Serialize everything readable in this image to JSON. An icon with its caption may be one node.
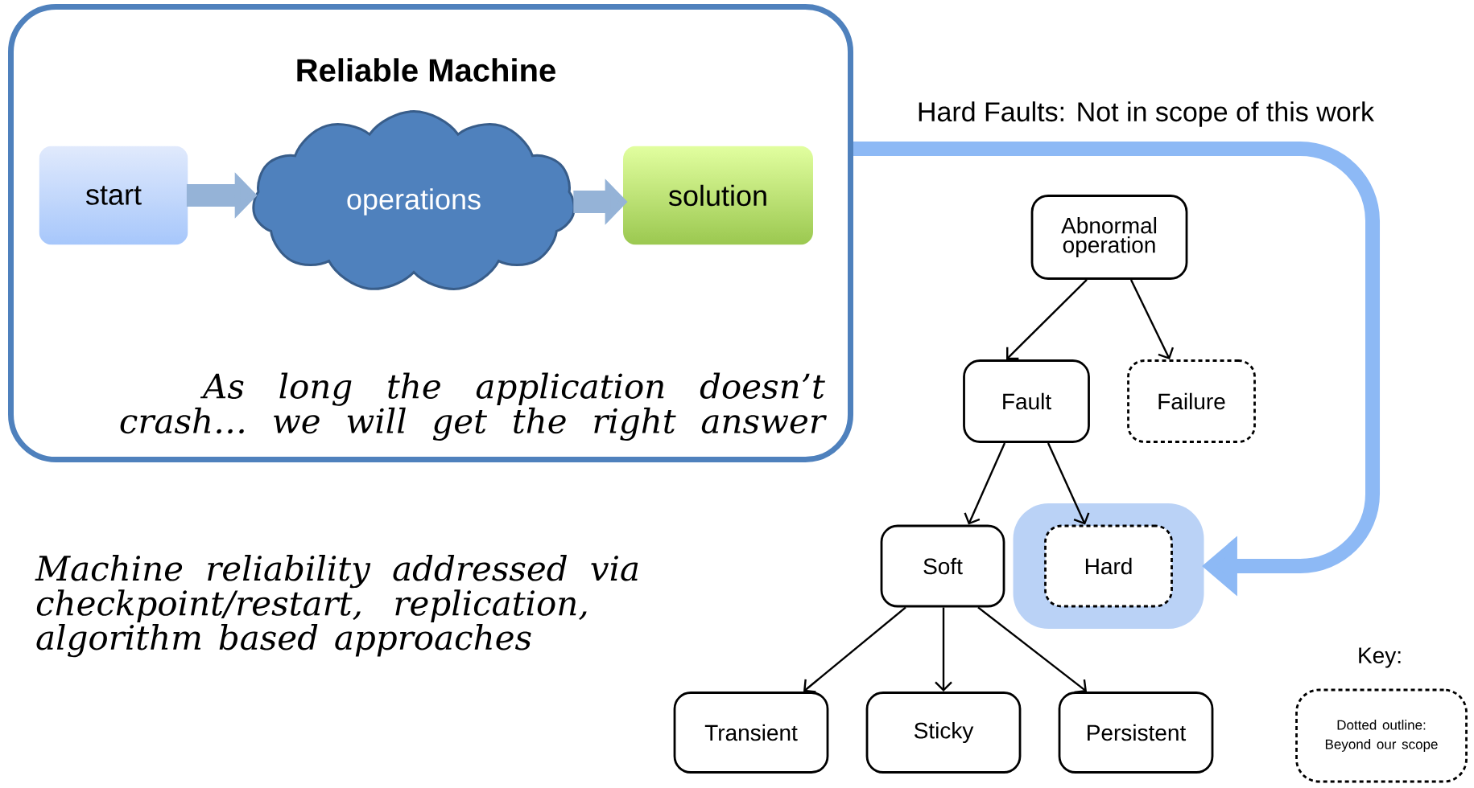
{
  "diagram": {
    "nodes": [
      {
        "text": [
          "Reliable Machine",
          "As long the application doesn’t crash… we will get the right answer"
        ]
      },
      {
        "text": [
          "start"
        ],
        "in": 0
      },
      {
        "text": [
          "operations"
        ],
        "in": 0
      },
      {
        "text": [
          "solution"
        ],
        "in": 0
      },
      {
        "text": [
          "Abnormal operation"
        ]
      },
      {
        "text": [
          "Fault"
        ]
      },
      {
        "text": [
          "Failure"
        ]
      },
      {
        "text": [
          "Soft"
        ]
      },
      {
        "text": [
          "Hard"
        ]
      },
      {
        "text": [
          "Transient"
        ]
      },
      {
        "text": [
          "Sticky"
        ]
      },
      {
        "text": [
          "Persistent"
        ]
      }
    ],
    "edges": [
      {
        "from": 1,
        "to": 2,
        "arrow": "to",
        "style": "thick",
        "color": "#95b3d7"
      },
      {
        "from": 2,
        "to": 3,
        "arrow": "to",
        "style": "thick",
        "color": "#95b3d7"
      },
      {
        "from": 0,
        "to": 8,
        "arrow": "to",
        "style": "thick",
        "color": "#8db9f5",
        "label": "Hard Faults: Not in scope of this work"
      },
      {
        "from": 4,
        "to": 5,
        "arrow": "to"
      },
      {
        "from": 4,
        "to": 6,
        "arrow": "to"
      },
      {
        "from": 5,
        "to": 7,
        "arrow": "to"
      },
      {
        "from": 5,
        "to": 8,
        "arrow": "to"
      },
      {
        "from": 7,
        "to": 9,
        "arrow": "to"
      },
      {
        "from": 7,
        "to": 10,
        "arrow": "to"
      },
      {
        "from": 7,
        "to": 11,
        "arrow": "to"
      }
    ],
    "labels": [
      "Machine reliability addressed via checkpoint/restart, replication, algorithm based approaches",
      "Key:"
    ],
    "legend": [
      {
        "text": "Dotted outline: Beyond our scope"
      }
    ]
  }
}
